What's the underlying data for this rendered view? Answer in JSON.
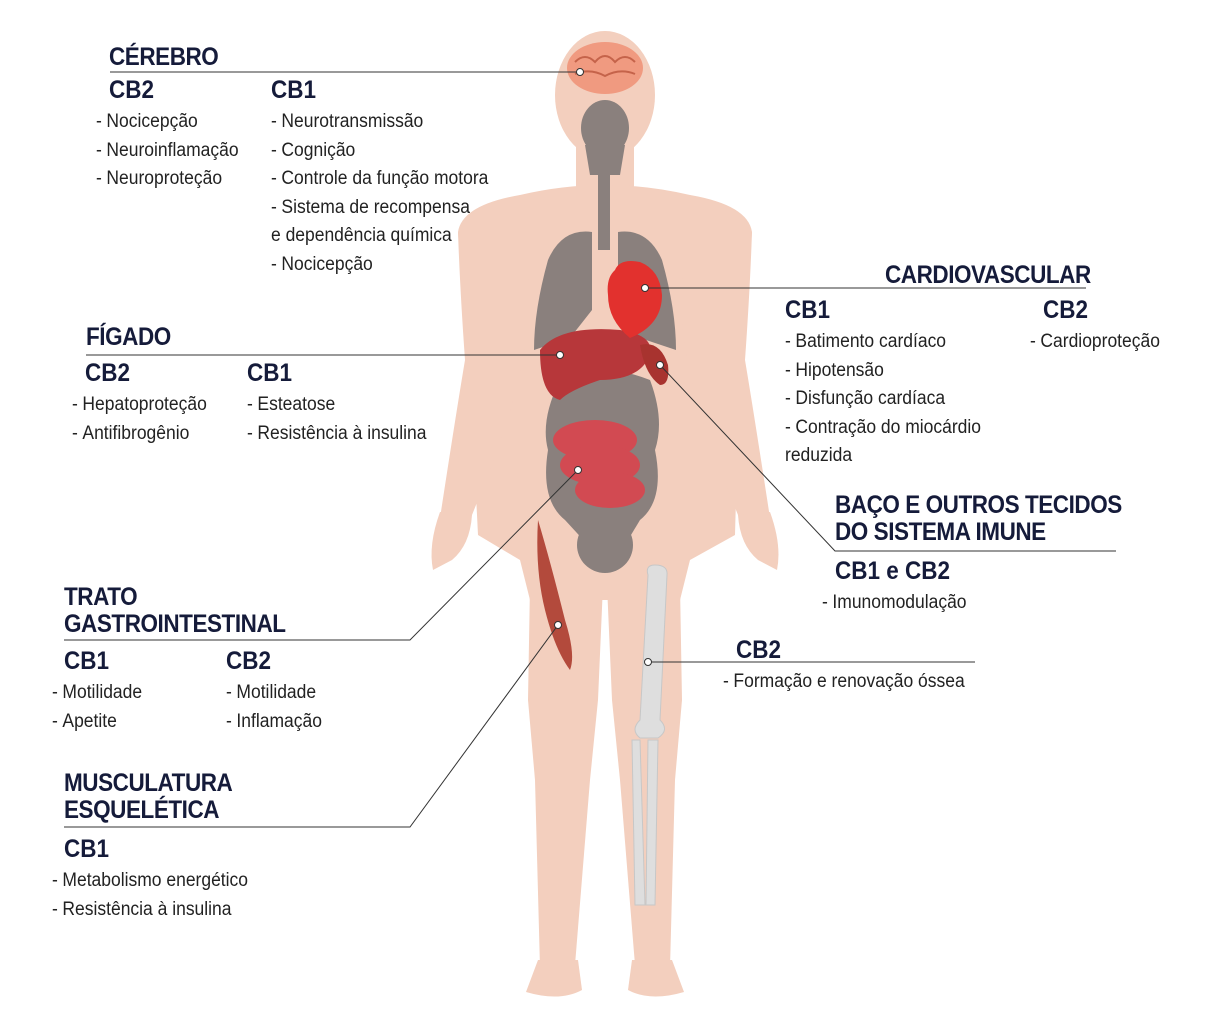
{
  "colors": {
    "body": "#f3cfbe",
    "organ_gray": "#8a807d",
    "heart": "#e2312e",
    "liver": "#b7373a",
    "intestine": "#d24a52",
    "muscle": "#b34a3c",
    "bone": "#dedede",
    "brain": "#f09a80",
    "title": "#151b3a",
    "line": "#333333"
  },
  "sections": {
    "cerebro": {
      "title": "CÉREBRO",
      "cb2": {
        "label": "CB2",
        "items": [
          "Nocicepção",
          "Neuroinflamação",
          "Neuroproteção"
        ]
      },
      "cb1": {
        "label": "CB1",
        "items": [
          "Neurotransmissão",
          "Cognição",
          "Controle da função motora",
          "Sistema de recompensa",
          "e dependência química",
          "Nocicepção"
        ]
      }
    },
    "figado": {
      "title": "FÍGADO",
      "cb2": {
        "label": "CB2",
        "items": [
          "Hepatoproteção",
          "Antifibrogênio"
        ]
      },
      "cb1": {
        "label": "CB1",
        "items": [
          "Esteatose",
          "Resistência à insulina"
        ]
      }
    },
    "cardiovascular": {
      "title": "CARDIOVASCULAR",
      "cb1": {
        "label": "CB1",
        "items": [
          "Batimento cardíaco",
          "Hipotensão",
          "Disfunção cardíaca",
          "Contração do miocárdio",
          "reduzida"
        ]
      },
      "cb2": {
        "label": "CB2",
        "items": [
          "Cardioproteção"
        ]
      }
    },
    "baco": {
      "title_line1": "BAÇO E OUTROS TECIDOS",
      "title_line2": "DO SISTEMA IMUNE",
      "cb": {
        "label": "CB1 e CB2",
        "items": [
          "Imunomodulação"
        ]
      }
    },
    "osso": {
      "cb2": {
        "label": "CB2",
        "items": [
          "Formação e renovação óssea"
        ]
      }
    },
    "gastro": {
      "title_line1": "TRATO",
      "title_line2": "GASTROINTESTINAL",
      "cb1": {
        "label": "CB1",
        "items": [
          "Motilidade",
          "Apetite"
        ]
      },
      "cb2": {
        "label": "CB2",
        "items": [
          "Motilidade",
          "Inflamação"
        ]
      }
    },
    "musculo": {
      "title_line1": "MUSCULATURA",
      "title_line2": "ESQUELÉTICA",
      "cb1": {
        "label": "CB1",
        "items": [
          "Metabolismo energético",
          "Resistência à insulina"
        ]
      }
    }
  }
}
